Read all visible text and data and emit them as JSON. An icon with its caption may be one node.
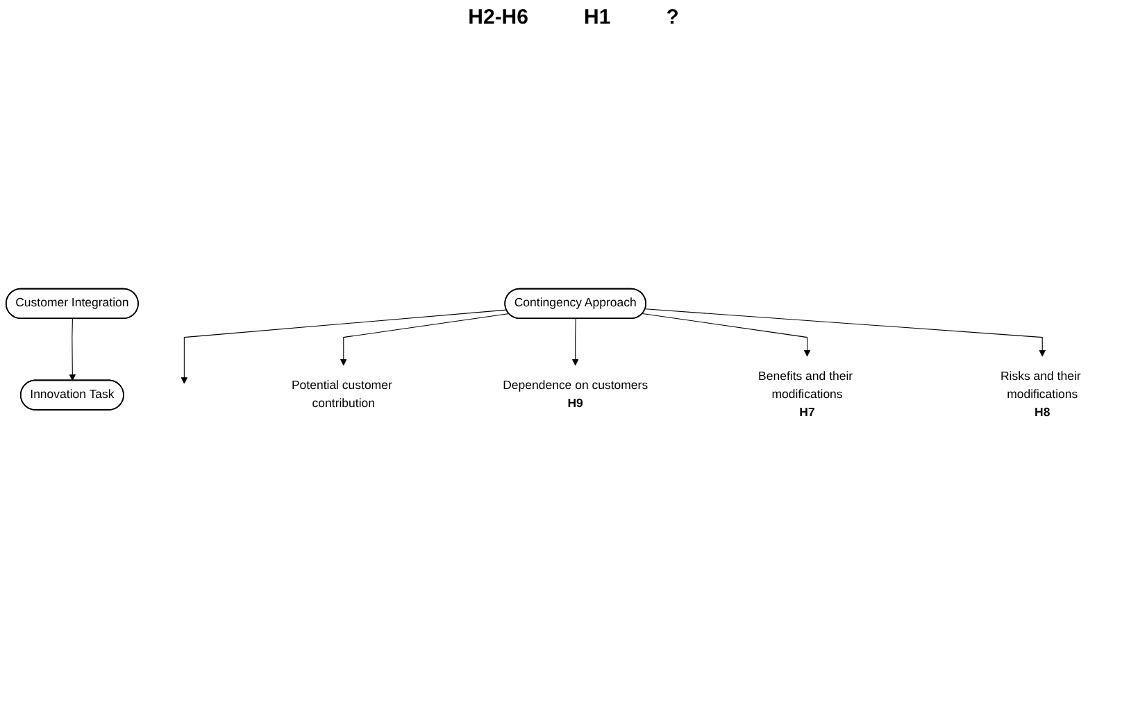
{
  "diagram": {
    "nodes": [
      {
        "text": [
          "Innovation Task"
        ]
      },
      {
        "text": [
          "Customer Integration"
        ]
      },
      {
        "text": [
          "Contingency Approach"
        ]
      },
      {
        "text": [
          "Potential customer contribution"
        ]
      },
      {
        "text": [
          "Dependence on customers"
        ],
        "beside": [
          "H9"
        ]
      },
      {
        "text": [
          "Benefits and their modifications"
        ],
        "beside": [
          "H7"
        ]
      },
      {
        "text": [
          "Risks and their modifications"
        ],
        "beside": [
          "H8"
        ]
      }
    ],
    "edges": [
      {
        "from": 1,
        "to": 0,
        "arrow": "to"
      },
      {
        "from": 2,
        "to": null,
        "arrow": "to"
      },
      {
        "from": 2,
        "to": 3,
        "arrow": "to"
      },
      {
        "from": 2,
        "to": 4,
        "arrow": "to"
      },
      {
        "from": 2,
        "to": 5,
        "arrow": "to"
      },
      {
        "from": 2,
        "to": 6,
        "arrow": "to"
      }
    ],
    "labels": [
      "H2-H6",
      "H1",
      "?"
    ]
  }
}
